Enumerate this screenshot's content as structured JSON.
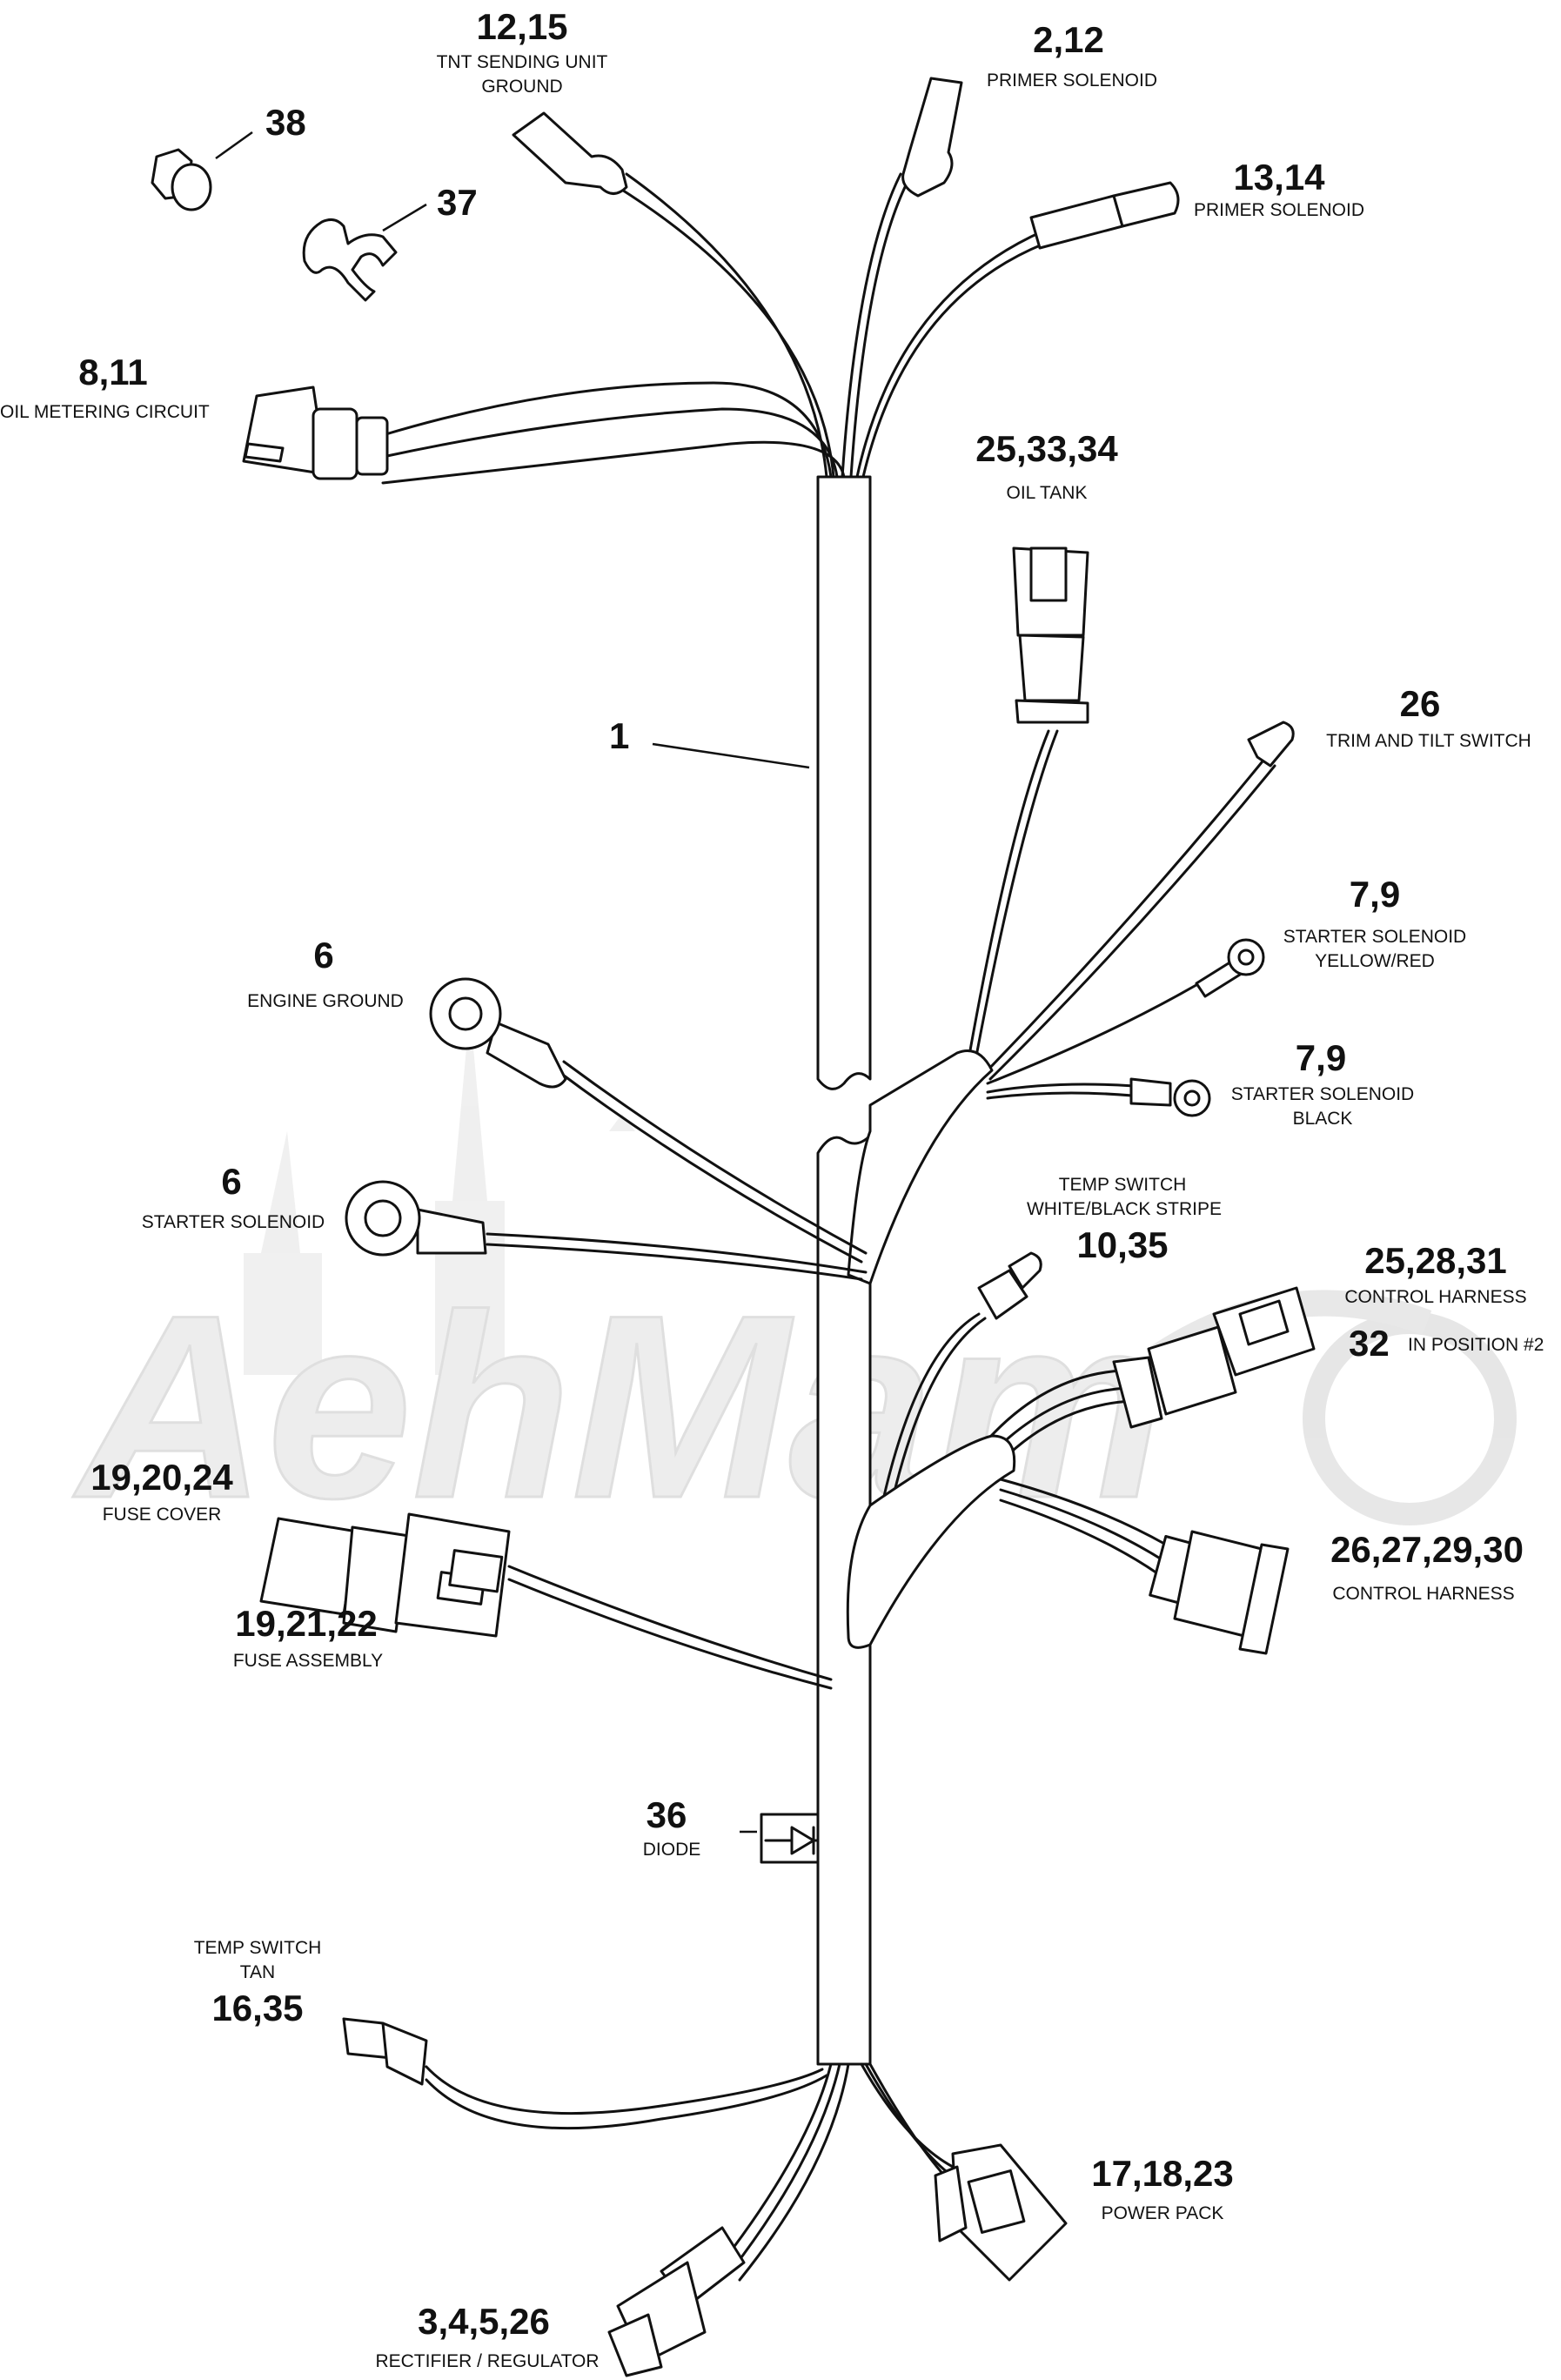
{
  "watermark": "AehMam",
  "labels": {
    "l12_15": {
      "num": "12,15",
      "cap1": "TNT SENDING UNIT",
      "cap2": "GROUND"
    },
    "l2_12": {
      "num": "2,12",
      "cap1": "PRIMER SOLENOID"
    },
    "l38": {
      "num": "38"
    },
    "l37": {
      "num": "37"
    },
    "l13_14": {
      "num": "13,14",
      "cap1": "PRIMER SOLENOID"
    },
    "l8_11": {
      "num": "8,11",
      "cap1": "OIL METERING CIRCUIT"
    },
    "l25_33_34": {
      "num": "25,33,34",
      "cap1": "OIL TANK"
    },
    "l1": {
      "num": "1"
    },
    "l26": {
      "num": "26",
      "cap1": "TRIM AND TILT SWITCH"
    },
    "l7_9a": {
      "num": "7,9",
      "cap1": "STARTER SOLENOID",
      "cap2": "YELLOW/RED"
    },
    "l6a": {
      "num": "6",
      "cap1": "ENGINE GROUND"
    },
    "l7_9b": {
      "num": "7,9",
      "cap1": "STARTER SOLENOID",
      "cap2": "BLACK"
    },
    "l10_35": {
      "num": "10,35",
      "cap1": "TEMP SWITCH",
      "cap2": "WHITE/BLACK STRIPE"
    },
    "l6b": {
      "num": "6",
      "cap1": "STARTER SOLENOID"
    },
    "l25_28_31": {
      "num": "25,28,31",
      "cap1": "CONTROL HARNESS"
    },
    "l32": {
      "num": "32",
      "cap1": "IN POSITION #2"
    },
    "l19_20_24": {
      "num": "19,20,24",
      "cap1": "FUSE COVER"
    },
    "l26_27_29_30": {
      "num": "26,27,29,30",
      "cap1": "CONTROL HARNESS"
    },
    "l19_21_22": {
      "num": "19,21,22",
      "cap1": "FUSE ASSEMBLY"
    },
    "l36": {
      "num": "36",
      "cap1": "DIODE"
    },
    "l16_35": {
      "num": "16,35",
      "cap1": "TEMP SWITCH",
      "cap2": "TAN"
    },
    "l17_18_23": {
      "num": "17,18,23",
      "cap1": "POWER PACK"
    },
    "l3_4_5_26": {
      "num": "3,4,5,26",
      "cap1": "RECTIFIER / REGULATOR"
    }
  }
}
